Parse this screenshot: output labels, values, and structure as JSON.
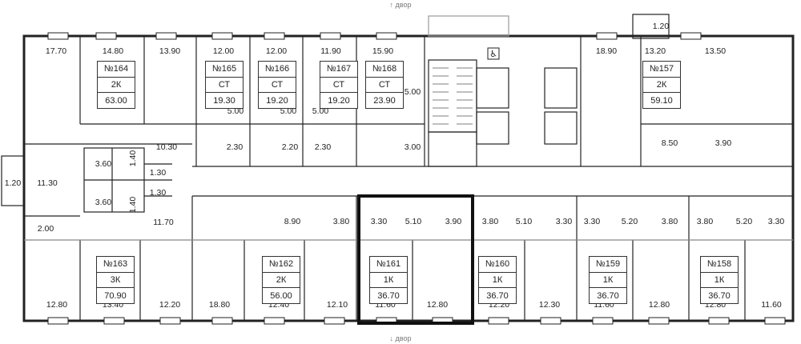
{
  "compass": {
    "top": "↑ двор",
    "bottom": "↓ двор"
  },
  "apartments": [
    {
      "number": "№164",
      "type": "2К",
      "area": "63.00"
    },
    {
      "number": "№165",
      "type": "СТ",
      "area": "19.30"
    },
    {
      "number": "№166",
      "type": "СТ",
      "area": "19.20"
    },
    {
      "number": "№167",
      "type": "СТ",
      "area": "19.20"
    },
    {
      "number": "№168",
      "type": "СТ",
      "area": "23.90"
    },
    {
      "number": "№157",
      "type": "2К",
      "area": "59.10"
    },
    {
      "number": "№163",
      "type": "3К",
      "area": "70.90"
    },
    {
      "number": "№162",
      "type": "2К",
      "area": "56.00"
    },
    {
      "number": "№161",
      "type": "1К",
      "area": "36.70"
    },
    {
      "number": "№160",
      "type": "1К",
      "area": "36.70"
    },
    {
      "number": "№159",
      "type": "1К",
      "area": "36.70"
    },
    {
      "number": "№158",
      "type": "1К",
      "area": "36.70"
    }
  ],
  "room_areas": [
    "17.70",
    "14.80",
    "13.90",
    "12.00",
    "12.00",
    "11.90",
    "15.90",
    "18.90",
    "13.20",
    "13.50",
    "1.20",
    "5.00",
    "5.00",
    "5.00",
    "5.00",
    "2.30",
    "2.20",
    "2.30",
    "3.00",
    "10.30",
    "8.50",
    "3.90",
    "3.60",
    "1.40",
    "1.30",
    "1.30",
    "3.60",
    "1.40",
    "11.30",
    "1.20",
    "11.70",
    "2.00",
    "8.90",
    "3.80",
    "3.30",
    "5.10",
    "3.90",
    "3.80",
    "5.10",
    "3.30",
    "3.30",
    "5.20",
    "3.80",
    "3.80",
    "5.20",
    "3.30",
    "12.80",
    "13.40",
    "12.20",
    "18.80",
    "12.40",
    "12.10",
    "11.60",
    "12.80",
    "12.20",
    "12.30",
    "11.60",
    "12.80",
    "12.80",
    "11.60"
  ],
  "selected_apartment": "№161"
}
